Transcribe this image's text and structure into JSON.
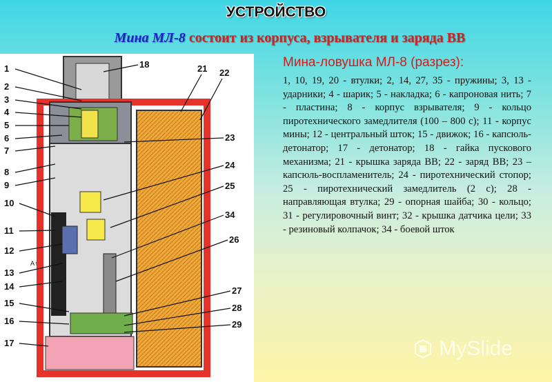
{
  "header": {
    "title": "УСТРОЙСТВО",
    "subtitle_lead": "Мина МЛ-8",
    "subtitle_rest": "состоит из корпуса, взрывателя и заряда ВВ"
  },
  "diagram": {
    "callouts_left": [
      "1",
      "2",
      "3",
      "4",
      "5",
      "6",
      "7",
      "8",
      "9",
      "10",
      "11",
      "12",
      "13",
      "14",
      "15",
      "16",
      "17"
    ],
    "callouts_right": [
      "18",
      "21",
      "22",
      "23",
      "24",
      "25",
      "34",
      "26",
      "27",
      "28",
      "29"
    ],
    "small_mark": "A↑"
  },
  "caption": {
    "title": "Мина-ловушка МЛ-8 (разрез):",
    "text": "1, 10, 19, 20 - втулки; 2, 14, 27, 35 - пружины; 3, 13 - ударники; 4 - шарик; 5 - накладка; 6 - капроновая нить; 7 - пластина; 8 - корпус взрывателя; 9 - кольцо пиротехнического замедлителя (100 – 800 с); 11 - корпус мины; 12 - центральный шток; 15 - движок; 16 - капсюль-детонатор; 17 - детонатор; 18 - гайка пускового механизма; 21 - крышка заряда ВВ; 22 - заряд ВВ; 23 – капсюль-воспламенитель; 24 - пиротехнический стопор; 25 - пиротехнический замедлитель (2 с); 28 - направляющая втулка; 29 - опорная шайба; 30 - кольцо; 31 - регулировочный винт; 32 - крышка датчика цели; 33 - резиновый колпачок; 34 - боевой шток"
  },
  "watermark": {
    "text": "MySlide"
  },
  "colors": {
    "title_blue": "#1a23c9",
    "accent_red": "#cc2222",
    "caption_red": "#d21c1c",
    "charge_orange": "#e89a2e",
    "shell_red": "#e5322b"
  }
}
